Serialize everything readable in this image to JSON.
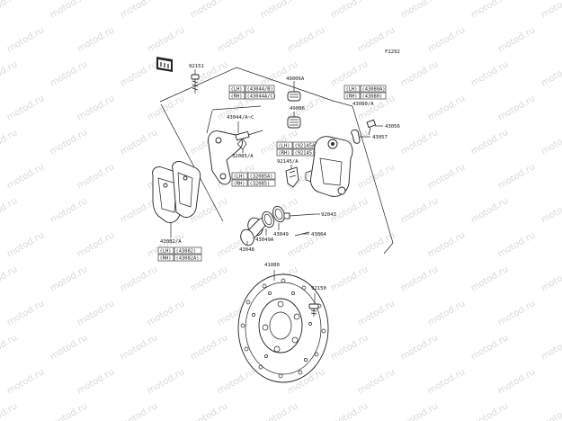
{
  "watermark": "motod.ru",
  "figure_code": "F2292",
  "labels": {
    "p92151": "92151",
    "p49006a": "49006A",
    "p43044ac": "43044/A~C",
    "p49006": "49006",
    "p32085a": "32085/A",
    "p92145a": "92145/A",
    "p43080a": "43080/A",
    "p43056": "43056",
    "p43057": "43057",
    "p92043": "92043",
    "p43064": "43064",
    "p43049": "43049",
    "p43049a": "43049A",
    "p43048": "43048",
    "p43082a": "43082/A",
    "p41080": "41080",
    "p92150": "92150"
  },
  "ref_boxes": {
    "caliper_holder": [
      {
        "side": "(LH)",
        "part": "(43044/B)"
      },
      {
        "side": "(RH)",
        "part": "(43044A/C)"
      }
    ],
    "caliper": [
      {
        "side": "(LH)",
        "part": "(43080A)"
      },
      {
        "side": "(RH)",
        "part": "(43080)"
      }
    ],
    "pad_spring": [
      {
        "side": "(LH)",
        "part": "(92145A)"
      },
      {
        "side": "(RH)",
        "part": "(92145)"
      }
    ],
    "plate": [
      {
        "side": "(LH)",
        "part": "(32085A)"
      },
      {
        "side": "(RH)",
        "part": "(32085)"
      }
    ],
    "pads": [
      {
        "side": "(LH)",
        "part": "(43082)"
      },
      {
        "side": "(RH)",
        "part": "(43082A)"
      }
    ]
  }
}
